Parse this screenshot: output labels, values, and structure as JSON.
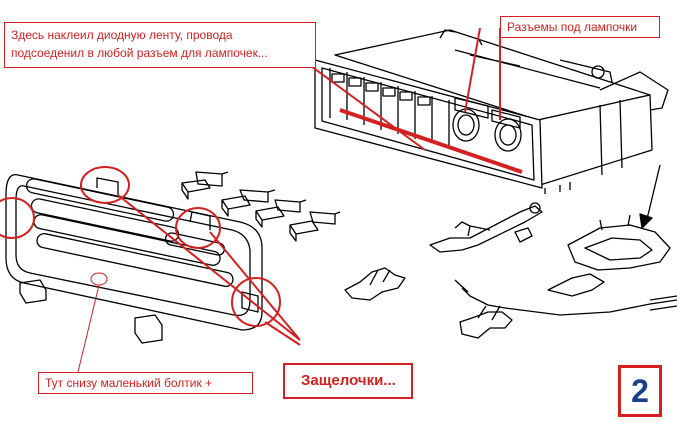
{
  "annotations": {
    "led_strip_note_line1": "Здесь наклеил диодную ленту, провода",
    "led_strip_note_line2": "подсоеденил в любой разъем для лампочек...",
    "bulb_sockets_note": "Разъемы под лампочки",
    "bolt_note": "Тут снизу маленький болтик +",
    "latches_note": "Защелочки..."
  },
  "page_number": "2",
  "colors": {
    "annotation_red": "#d42020",
    "led_strip": "#d42020",
    "page_number_blue": "#1a3f8a",
    "line_art": "#000000"
  }
}
